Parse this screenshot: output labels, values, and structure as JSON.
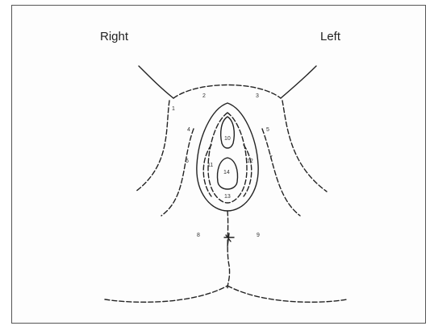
{
  "labels": {
    "right": "Right",
    "left": "Left"
  },
  "regions": [
    "1",
    "2",
    "3",
    "4",
    "5",
    "6",
    "7",
    "8",
    "9",
    "10",
    "11",
    "12",
    "13",
    "14"
  ]
}
